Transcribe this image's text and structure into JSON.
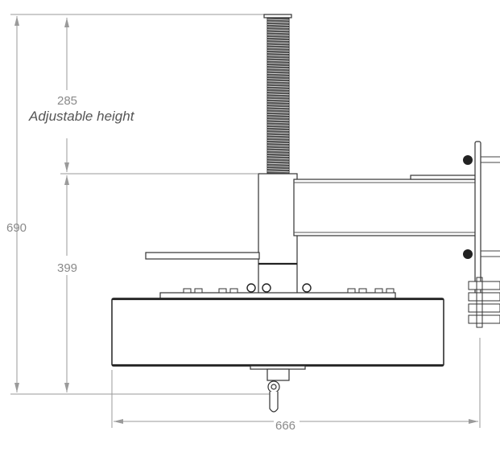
{
  "dimensions": {
    "total_height": "690",
    "adjustable_height_value": "285",
    "adjustable_height_label": "Adjustable height",
    "base_height": "399",
    "width": "666"
  },
  "colors": {
    "dimension_lines": "#9a9a9a",
    "part_outline": "#333333"
  }
}
